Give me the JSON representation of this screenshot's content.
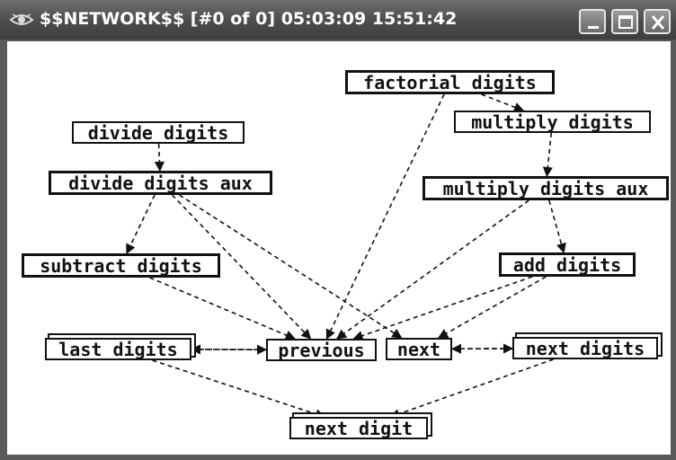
{
  "window": {
    "title": "$$NETWORK$$ [#0 of 0]  05:03:09 15:51:42",
    "buttons": [
      "minimize-icon",
      "maximize-icon",
      "close-icon"
    ]
  },
  "nodes": {
    "factorial_digits": "factorial digits",
    "divide_digits": "divide digits",
    "multiply_digits": "multiply digits",
    "divide_digits_aux": "divide digits aux",
    "multiply_digits_aux": "multiply digits aux",
    "subtract_digits": "subtract digits",
    "add_digits": "add digits",
    "last_digits": "last digits",
    "previous": "previous",
    "next": "next",
    "next_digits": "next digits",
    "next_digit": "next digit"
  },
  "edges": [
    [
      "factorial_digits",
      "multiply_digits"
    ],
    [
      "factorial_digits",
      "previous"
    ],
    [
      "divide_digits",
      "divide_digits_aux"
    ],
    [
      "divide_digits_aux",
      "subtract_digits"
    ],
    [
      "divide_digits_aux",
      "previous"
    ],
    [
      "divide_digits_aux",
      "next"
    ],
    [
      "multiply_digits",
      "multiply_digits_aux"
    ],
    [
      "multiply_digits_aux",
      "add_digits"
    ],
    [
      "multiply_digits_aux",
      "previous"
    ],
    [
      "subtract_digits",
      "previous"
    ],
    [
      "add_digits",
      "previous"
    ],
    [
      "add_digits",
      "next"
    ],
    [
      "last_digits",
      "previous"
    ],
    [
      "previous",
      "last_digits"
    ],
    [
      "next",
      "next_digits"
    ],
    [
      "next_digits",
      "next"
    ],
    [
      "last_digits",
      "next_digit"
    ],
    [
      "next_digits",
      "next_digit"
    ]
  ]
}
